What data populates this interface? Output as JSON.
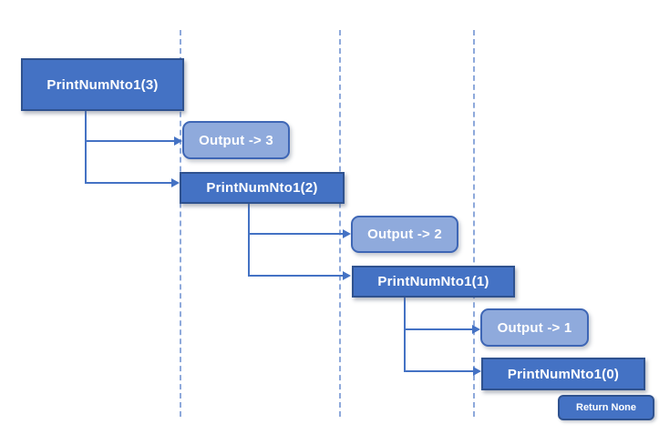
{
  "diagram": {
    "type": "recursion-trace",
    "calls": [
      {
        "label": "PrintNumNto1(3)"
      },
      {
        "label": "PrintNumNto1(2)"
      },
      {
        "label": "PrintNumNto1(1)"
      },
      {
        "label": "PrintNumNto1(0)"
      }
    ],
    "outputs": [
      {
        "label": "Output -> 3"
      },
      {
        "label": "Output -> 2"
      },
      {
        "label": "Output -> 1"
      }
    ],
    "return_note": {
      "label": "Return None"
    },
    "lifelines_count": 3,
    "colors": {
      "call_fill": "#4472C4",
      "call_border": "#2F528F",
      "output_fill": "#8FAADC",
      "output_border": "#3E66B5",
      "connector": "#4472C4",
      "lifeline": "#8EA9DB",
      "text": "#FFFFFF",
      "background": "#FFFFFF"
    }
  }
}
